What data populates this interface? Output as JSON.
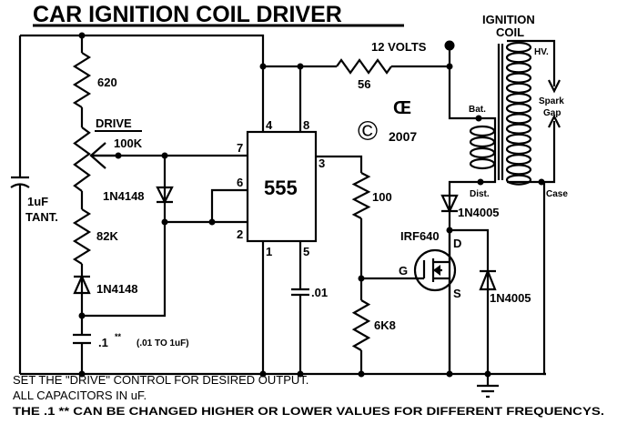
{
  "title": "CAR IGNITION COIL DRIVER",
  "labels": {
    "r620": "620",
    "drive": "DRIVE",
    "pot": "100K",
    "d1": "1N4148",
    "cap_tant": "1uF",
    "cap_tant2": "TANT.",
    "r82k": "82K",
    "d2": "1N4148",
    "c_timing": ".1",
    "c_timing_mark": "**",
    "c_timing_range": "(.01 TO 1uF)",
    "ic": "555",
    "pin4": "4",
    "pin8": "8",
    "pin7": "7",
    "pin6": "6",
    "pin2": "2",
    "pin1": "1",
    "pin5": "5",
    "pin3": "3",
    "c_ctrl": ".01",
    "r56": "56",
    "supply": "12 VOLTS",
    "r100": "100",
    "r6k8": "6K8",
    "mosfet": "IRF640",
    "gate": "G",
    "drain": "D",
    "source": "S",
    "d3": "1N4005",
    "d4": "1N4005",
    "coil_title1": "IGNITION",
    "coil_title2": "COIL",
    "bat": "Bat.",
    "dist": "Dist.",
    "hv": "HV.",
    "spark1": "Spark",
    "spark2": "Gap",
    "case": "Case",
    "logo": "Œ",
    "copyright": "©",
    "year": "2007"
  },
  "notes": [
    "SET THE \"DRIVE\" CONTROL FOR DESIRED OUTPUT.",
    "ALL CAPACITORS IN uF.",
    "THE .1 ** CAN BE CHANGED HIGHER OR LOWER VALUES FOR DIFFERENT FREQUENCYS."
  ]
}
